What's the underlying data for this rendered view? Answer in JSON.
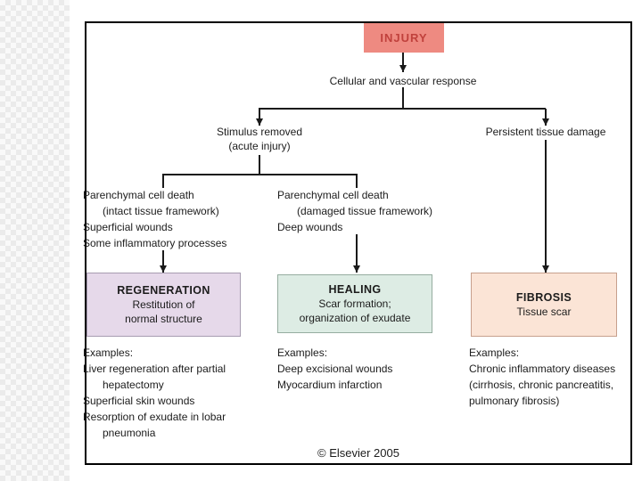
{
  "colors": {
    "injury_bg": "#ee8a81",
    "injury_text": "#c0413c",
    "regeneration_bg": "#e6d9ea",
    "healing_bg": "#ddece4",
    "fibrosis_bg": "#fbe4d6",
    "line_color": "#1a1a1a"
  },
  "flow": {
    "root": "INJURY",
    "response": "Cellular and vascular response",
    "left_branch_line1": "Stimulus removed",
    "left_branch_line2": "(acute injury)",
    "right_branch": "Persistent tissue damage"
  },
  "columns": [
    {
      "conditions": [
        "Parenchymal cell death",
        "(intact tissue framework)",
        "Superficial wounds",
        "Some inflammatory processes"
      ],
      "outcome": {
        "title": "REGENERATION",
        "desc1": "Restitution of",
        "desc2": "normal structure"
      },
      "examples_label": "Examples:",
      "examples": [
        "Liver regeneration after partial",
        "hepatectomy",
        "Superficial skin wounds",
        "Resorption of exudate in lobar",
        "pneumonia"
      ]
    },
    {
      "conditions": [
        "Parenchymal cell death",
        "(damaged tissue framework)",
        "Deep wounds"
      ],
      "outcome": {
        "title": "HEALING",
        "desc1": "Scar formation;",
        "desc2": "organization of exudate"
      },
      "examples_label": "Examples:",
      "examples": [
        "Deep excisional wounds",
        "Myocardium infarction"
      ]
    },
    {
      "outcome": {
        "title": "FIBROSIS",
        "desc1": "Tissue scar"
      },
      "examples_label": "Examples:",
      "examples": [
        "Chronic inflammatory diseases",
        "(cirrhosis, chronic pancreatitis,",
        "pulmonary fibrosis)"
      ]
    }
  ],
  "footer": {
    "copyright": "© Elsevier 2005"
  }
}
